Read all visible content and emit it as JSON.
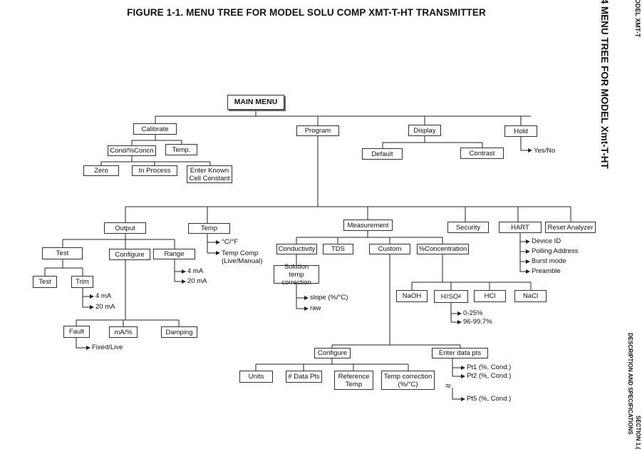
{
  "figure_title": "FIGURE 1-1.  MENU TREE FOR MODEL SOLU COMP XMT-T-HT TRANSMITTER",
  "side": {
    "menu_tree": ".4  MENU TREE FOR MODEL  Xmt-T-HT",
    "model": "ODEL XMT-T",
    "section": "SECTION 1.(",
    "description": "DESCRIPTION AND SPECIFICATIONS"
  },
  "nodes": {
    "main_menu": "MAIN MENU",
    "calibrate": "Calibrate",
    "program": "Program",
    "display": "Display",
    "hold": "Hold",
    "cond_concn": "Cond/%Concn",
    "temp_cal": "Temp.",
    "zero": "Zero",
    "in_process": "In Process",
    "enter_known": "Enter Known\nCell Constant",
    "default": "Default",
    "contrast": "Contrast",
    "output": "Output",
    "temp": "Temp",
    "measurement": "Measurement",
    "security": "Security",
    "hart": "HART",
    "reset_analyzer": "Reset Analyzer",
    "test": "Test",
    "configure_out": "Configure",
    "range": "Range",
    "test_sub": "Test",
    "trim": "Trim",
    "fault": "Fault",
    "ma_pct": "mA/%",
    "damping": "Damping",
    "conductivity": "Conductivity",
    "tds": "TDS",
    "custom": "Custom",
    "pct_concentration": "%Concentration",
    "solution_temp": "Solution temp\ncorrection",
    "naoh": "NaOH",
    "h2so4_base": "H",
    "h2so4_sub1": "2",
    "h2so4_mid": "SO",
    "h2so4_sub2": "4",
    "hcl": "HCl",
    "nacl": "NaCl",
    "configure_custom": "Configure",
    "enter_data_pts": "Enter data pts",
    "units": "Units",
    "num_data_pts": "# Data Pts",
    "reference_temp": "Reference\nTemp",
    "temp_correction": "Temp correction\n(%/°C)"
  },
  "leaves": {
    "hold_yes_no": "Yes/No",
    "temp_unit": "°C/°F",
    "temp_comp": "Temp Comp\n(Live/Manual)",
    "device_id": "Device ID",
    "polling_address": "Polling Address",
    "burst_mode": "Burst mode",
    "preamble": "Preamble",
    "range_4ma": "4 mA",
    "range_20ma": "20 mA",
    "trim_4ma": "4 mA",
    "trim_20ma": "20 mA",
    "fixed_live": "Fixed/Live",
    "slope": "slope (%/°C)",
    "raw": "raw",
    "h2so4_range1": "0-25%",
    "h2so4_range2": "96-99.7%",
    "pt1": "Pt1 (%, Cond.)",
    "pt2": "Pt2 (%, Cond.)",
    "pt5": "Pt5 (%, Cond.)"
  },
  "squiggle": "≈"
}
